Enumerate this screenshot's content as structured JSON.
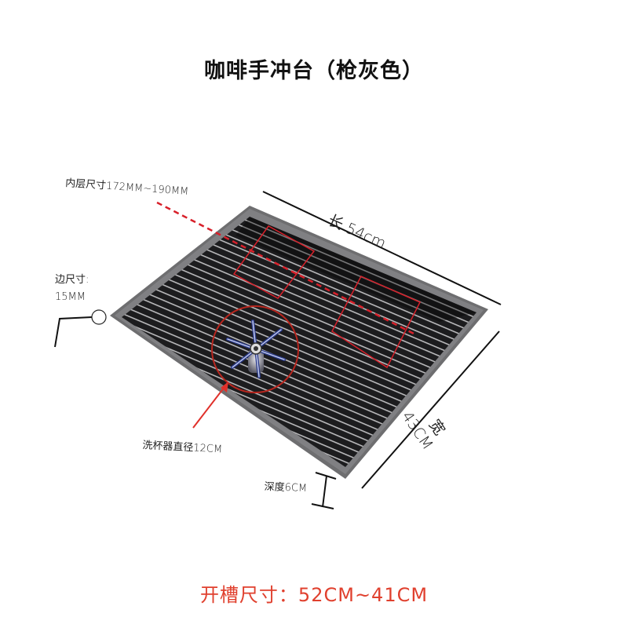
{
  "title": "咖啡手冲台（枪灰色）",
  "annotations": {
    "inner_size": "内层尺寸172MM~190MM",
    "length": "长 54cm",
    "edge_label": "边尺寸:",
    "edge_value": "15MM",
    "width_label": "宽",
    "width_value": "43CM",
    "cup_washer": "洗杯器直径12CM",
    "depth": "深度6CM"
  },
  "slot_size": "开槽尺寸：52CM~41CM",
  "colors": {
    "frame": "#6e6e70",
    "basin": "#1c1c1e",
    "rib": "#b9b9bb",
    "accent_red": "#e0402e",
    "marker_red": "#d8202a"
  },
  "product": {
    "name": "sink-drain-tray",
    "icons": [
      "cup-washer-icon"
    ]
  }
}
